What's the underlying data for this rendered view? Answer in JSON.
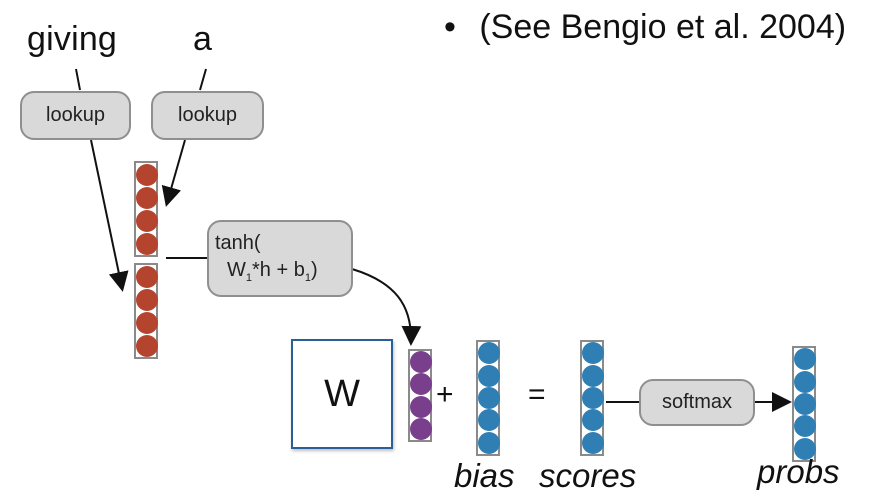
{
  "bullet": {
    "symbol": "•",
    "text": "(See Bengio et al. 2004)"
  },
  "inputs": [
    {
      "word": "giving",
      "op": "lookup"
    },
    {
      "word": "a",
      "op": "lookup"
    }
  ],
  "hidden": {
    "line1": "tanh(",
    "line2_pre": "W",
    "sub1": "1",
    "line2_mid": "*h + b",
    "sub2": "1",
    "line2_post": ")"
  },
  "weight_matrix": {
    "label": "W"
  },
  "operators": {
    "plus": "+",
    "equals": "="
  },
  "softmax": {
    "label": "softmax"
  },
  "labels": {
    "bias": "bias",
    "scores": "scores",
    "probs": "probs"
  },
  "colors": {
    "embedding": "#b5442f",
    "hidden": "#7a3f8c",
    "output": "#2f7fb5",
    "matrix_border": "#2a5f98",
    "box_fill": "#d9d9d9"
  },
  "vectors": {
    "embedding_size": 4,
    "hidden_size": 4,
    "output_size": 5
  }
}
